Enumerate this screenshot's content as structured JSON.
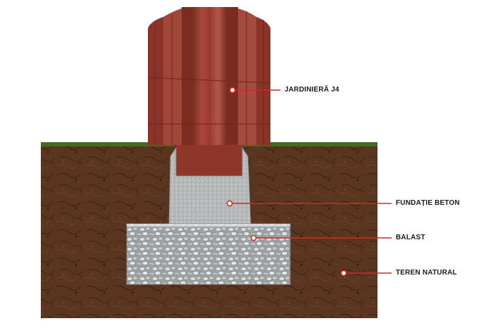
{
  "callouts": [
    {
      "id": "planter",
      "text": "JARDINIERĂ J4"
    },
    {
      "id": "foundation",
      "text": "FUNDAȚIE BETON"
    },
    {
      "id": "ballast",
      "text": "BALAST"
    },
    {
      "id": "soil",
      "text": "TEREN NATURAL"
    }
  ],
  "colors": {
    "soil": "#5a3520",
    "grass": "#3f6d22",
    "planter": "#9a3a2e",
    "concrete": "#b9bcbc",
    "ballast": "#d4d6d8",
    "leader": "#d8281e"
  }
}
